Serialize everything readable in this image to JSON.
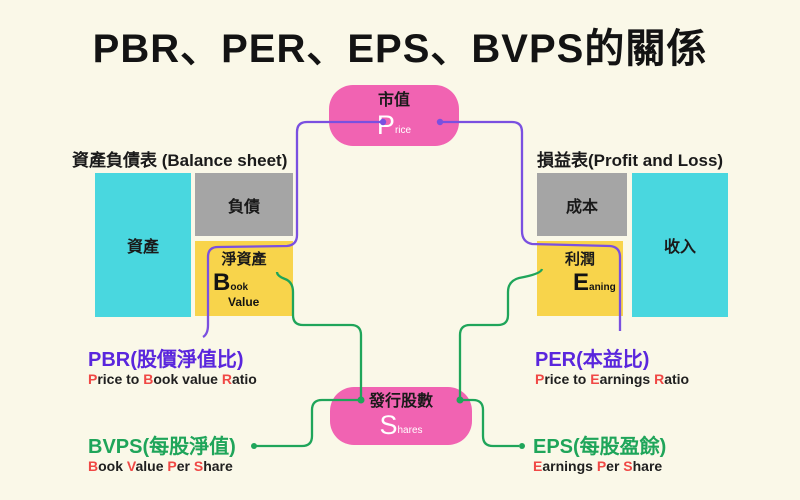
{
  "title": "PBR、PER、EPS、BVPS的關係",
  "colors": {
    "background": "#FAF8E8",
    "pink": "#F163B2",
    "cyan": "#49D7DF",
    "gray": "#A5A5A5",
    "yellow": "#F8D44B",
    "purple_text": "#5A26DD",
    "purple_line": "#7A50E0",
    "green_line": "#1FA55A",
    "red_letter": "#F04845",
    "text_dark": "#131313"
  },
  "market_value": {
    "label_zh": "市值",
    "letter": "P",
    "letter_rest": "rice"
  },
  "shares": {
    "label_zh": "發行股數",
    "letter": "S",
    "letter_rest": "hares"
  },
  "balance_sheet": {
    "heading": "資產負債表 (Balance sheet)",
    "assets_label": "資產",
    "liabilities_label": "負債",
    "net_assets_label": "淨資產",
    "book": {
      "letter": "B",
      "letter_rest": "ook",
      "sub_word": "Value"
    }
  },
  "profit_loss": {
    "heading": "損益表(Profit and Loss)",
    "cost_label": "成本",
    "revenue_label": "收入",
    "profit_label": "利潤",
    "earning": {
      "letter": "E",
      "letter_rest": "aning"
    }
  },
  "metrics": {
    "pbr": {
      "zh": "PBR(股價淨值比)",
      "en": [
        "P",
        "rice to ",
        "B",
        "ook value ",
        "R",
        "atio"
      ]
    },
    "per": {
      "zh": "PER(本益比)",
      "en": [
        "P",
        "rice to ",
        "E",
        "arnings ",
        "R",
        "atio"
      ]
    },
    "bvps": {
      "zh": "BVPS(每股淨值)",
      "en": [
        "B",
        "ook ",
        "V",
        "alue ",
        "P",
        "er ",
        "S",
        "hare"
      ]
    },
    "eps": {
      "zh": "EPS(每股盈餘)",
      "en": [
        "E",
        "arnings ",
        "P",
        "er ",
        "S",
        "hare"
      ]
    }
  }
}
